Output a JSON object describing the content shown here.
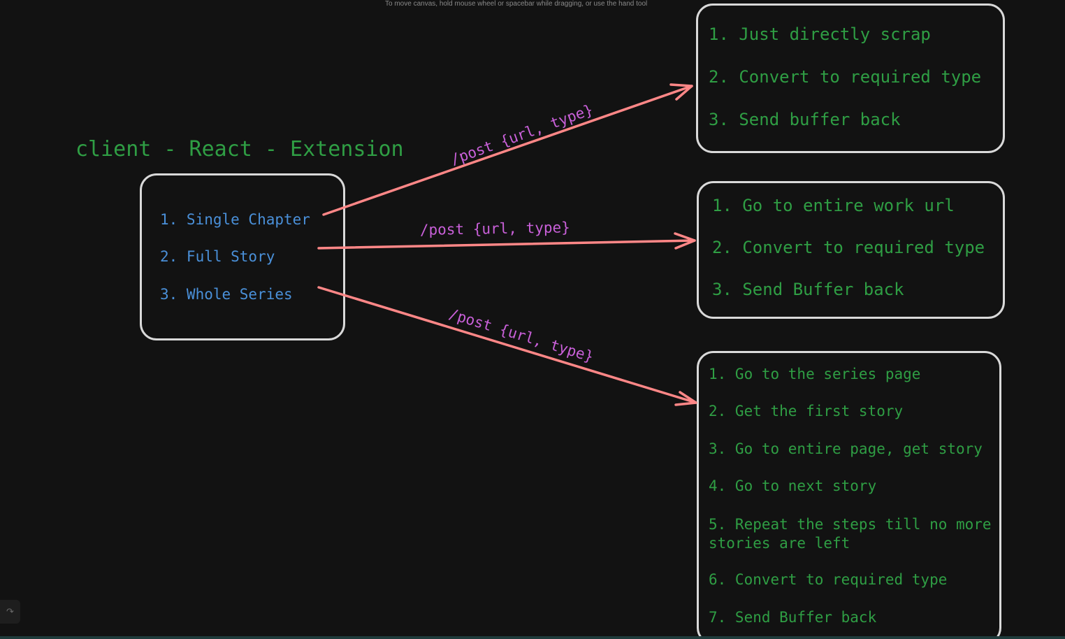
{
  "hint": "To move canvas, hold mouse wheel or spacebar while dragging, or use the hand tool",
  "title": "client - React - Extension",
  "client_items": [
    "1. Single Chapter",
    "2. Full Story",
    "3. Whole Series"
  ],
  "edges": [
    {
      "label": "/post {url, type}"
    },
    {
      "label": "/post {url, type}"
    },
    {
      "label": "/post {url, type}"
    }
  ],
  "chapter_steps": [
    "1. Just directly scrap",
    "2. Convert to required type",
    "3. Send buffer back"
  ],
  "story_steps": [
    "1. Go to entire work url",
    "2. Convert to required type",
    "3. Send Buffer back"
  ],
  "series_steps": [
    "1. Go to the series page",
    "2. Get the first story",
    "3. Go to entire page, get story",
    "4. Go to next story",
    "5. Repeat the steps till no more stories are left",
    "6. Convert to required type",
    "7. Send Buffer back"
  ],
  "colors": {
    "background": "#121212",
    "box_border": "#d9d9d9",
    "arrow": "#ff8787",
    "edge_label": "#c960d9",
    "client_text": "#4a90d9",
    "step_text": "#2f9e44"
  },
  "icons": {
    "undo": "redo-arrow-icon"
  }
}
